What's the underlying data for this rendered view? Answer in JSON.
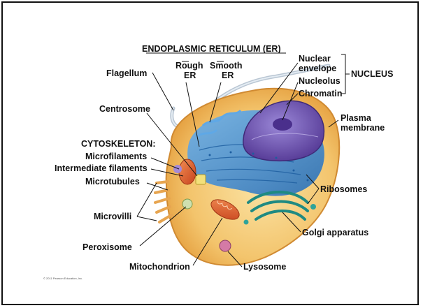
{
  "labels": {
    "er_title": "ENDOPLASMIC RETICULUM (ER)",
    "rough_er_1": "Rough",
    "rough_er_2": "ER",
    "smooth_er_1": "Smooth",
    "smooth_er_2": "ER",
    "nuclear_envelope_1": "Nuclear",
    "nuclear_envelope_2": "envelope",
    "nucleolus": "Nucleolus",
    "chromatin": "Chromatin",
    "nucleus": "NUCLEUS",
    "flagellum": "Flagellum",
    "centrosome": "Centrosome",
    "plasma_membrane_1": "Plasma",
    "plasma_membrane_2": "membrane",
    "cytoskeleton": "CYTOSKELETON:",
    "microfilaments": "Microfilaments",
    "intermediate_filaments": "Intermediate filaments",
    "microtubules": "Microtubules",
    "microvilli": "Microvilli",
    "ribosomes": "Ribosomes",
    "golgi": "Golgi apparatus",
    "peroxisome": "Peroxisome",
    "mitochondrion": "Mitochondrion",
    "lysosome": "Lysosome",
    "copyright": "© 2011 Pearson Education, Inc."
  },
  "colors": {
    "cytoplasm": "#f2c46a",
    "membrane": "#e8a24a",
    "er": "#3f8fd6",
    "nucleus": "#7b5fb8",
    "golgi": "#2fa39a",
    "mito": "#e0642c"
  }
}
